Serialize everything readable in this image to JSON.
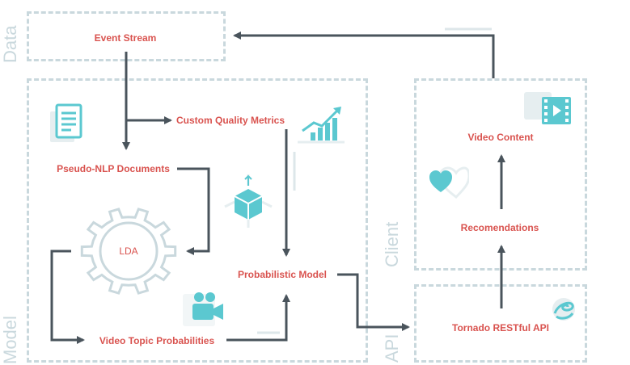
{
  "sections": {
    "data": "Data",
    "model": "Model",
    "client": "Client",
    "api": "API"
  },
  "nodes": {
    "event_stream": "Event Stream",
    "custom_quality_metrics": "Custom Quality Metrics",
    "pseudo_nlp_documents": "Pseudo-NLP Documents",
    "lda": "LDA",
    "probabilistic_model": "Probabilistic Model",
    "video_topic_probabilities": "Video Topic Probabilities",
    "video_content": "Video Content",
    "recommendations": "Recomendations",
    "tornado_api": "Tornado RESTful API"
  },
  "icons": [
    "documents-icon",
    "growth-chart-icon",
    "cube-icon",
    "gear-icon",
    "video-camera-icon",
    "film-icon",
    "heart-icon",
    "tornado-icon"
  ],
  "colors": {
    "accent_text": "#d9534f",
    "arrow": "#4a545c",
    "dashed_border": "#c9d8dd",
    "icon_teal": "#5bc8d0",
    "icon_faint": "#e6eef0"
  }
}
